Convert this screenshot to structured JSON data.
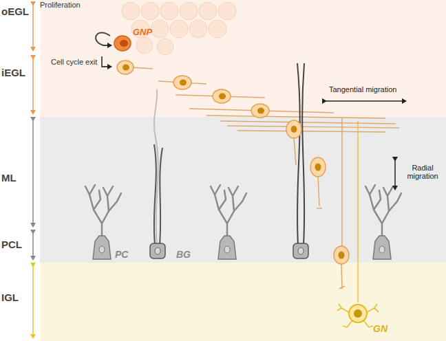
{
  "diagram": {
    "nodes": [
      {
        "text": [
          "oEGL"
        ]
      },
      {
        "text": [
          "iEGL"
        ]
      },
      {
        "text": [
          "ML"
        ]
      },
      {
        "text": [
          "PCL"
        ]
      },
      {
        "text": [
          "IGL"
        ]
      }
    ],
    "labels": [
      "Proliferation",
      "GNP",
      "Cell cycle exit",
      "Tangential migration",
      "Radial migration",
      "PC",
      "BG",
      "GN"
    ]
  }
}
